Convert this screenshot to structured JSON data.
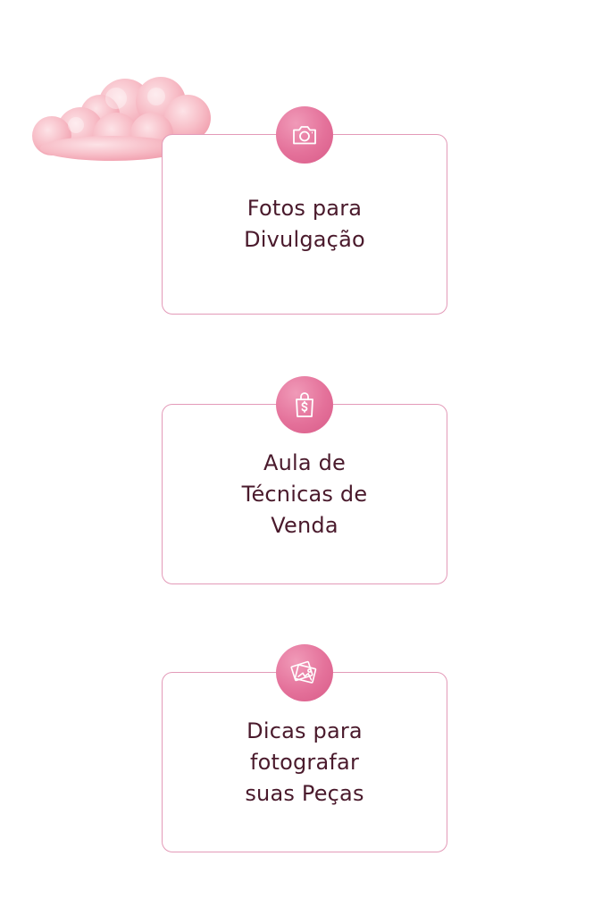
{
  "cards": [
    {
      "label": "Fotos para\nDivulgação",
      "icon": "camera-icon"
    },
    {
      "label": "Aula de\nTécnicas de\nVenda",
      "icon": "shopping-bag-dollar-icon"
    },
    {
      "label": "Dicas para\nfotografar\nsuas Peças",
      "icon": "photos-stack-icon"
    }
  ],
  "colors": {
    "accent": "#e4719a",
    "border": "#e39ab8",
    "text": "#4a1a2c",
    "cloud": "#f7b9c4"
  }
}
